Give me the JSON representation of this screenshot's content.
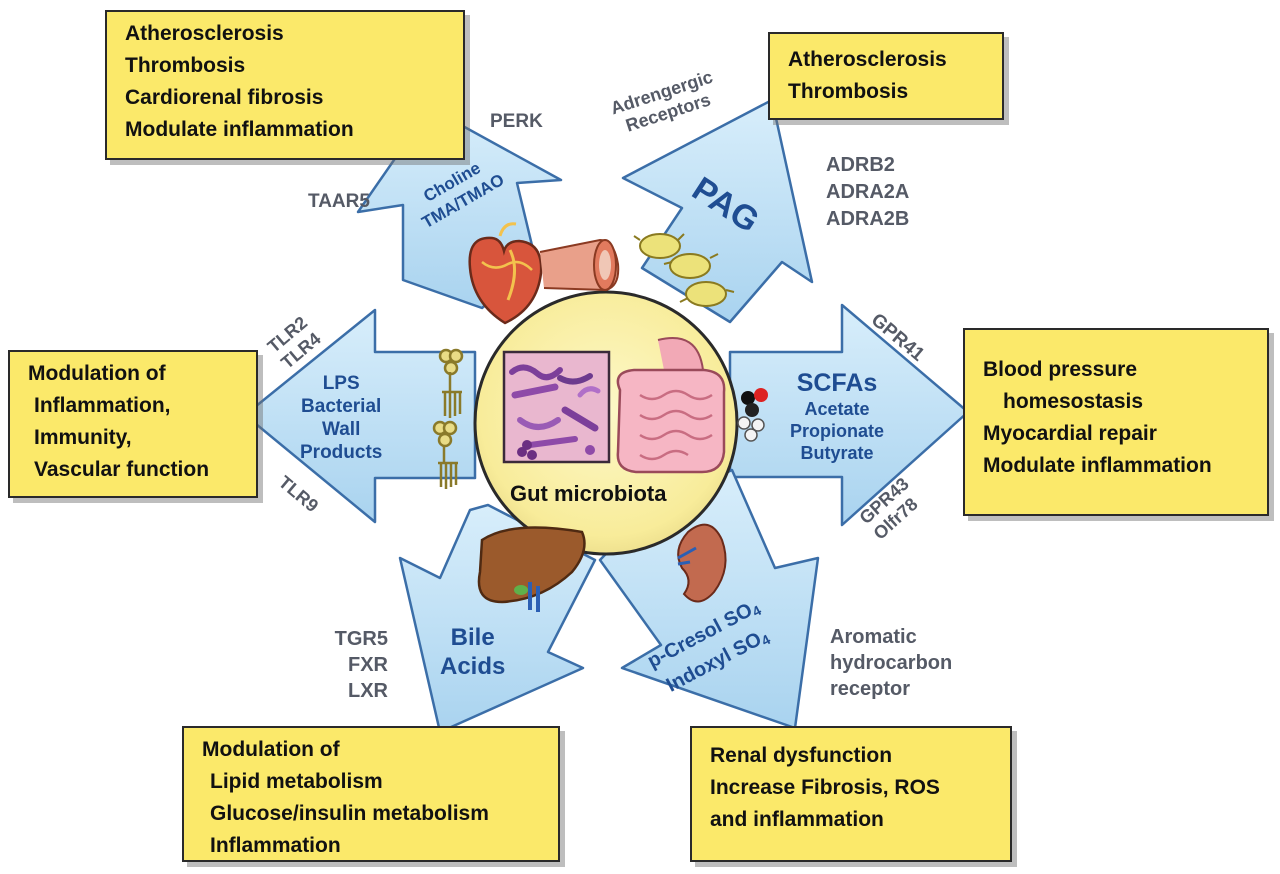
{
  "center": {
    "title": "Gut microbiota"
  },
  "pathways": {
    "tma": {
      "arrow_label": [
        "Choline",
        "TMA/TMAO"
      ],
      "receptors": [
        "PERK",
        "TAAR5"
      ],
      "outcome": [
        "Atherosclerosis",
        "Thrombosis",
        "Cardiorenal fibrosis",
        "Modulate inflammation"
      ]
    },
    "pag": {
      "arrow_label": [
        "PAG"
      ],
      "receptors_top": [
        "Adrengergic",
        "Receptors"
      ],
      "receptors": [
        "ADRB2",
        "ADRA2A",
        "ADRA2B"
      ],
      "outcome": [
        "Atherosclerosis",
        "Thrombosis"
      ]
    },
    "scfa": {
      "arrow_label": [
        "SCFAs",
        "Acetate",
        "Propionate",
        "Butyrate"
      ],
      "receptor_top": "GPR41",
      "receptors_bottom": [
        "GPR43",
        "Olfr78"
      ],
      "outcome": [
        "Blood pressure",
        "homesostasis",
        "Myocardial repair",
        "Modulate inflammation"
      ]
    },
    "lps": {
      "arrow_label": [
        "LPS",
        "Bacterial",
        "Wall",
        "Products"
      ],
      "receptors_top": [
        "TLR2",
        "TLR4"
      ],
      "receptor_bottom": "TLR9",
      "outcome": [
        "Modulation of",
        "Inflammation,",
        "Immunity,",
        "Vascular function"
      ]
    },
    "bile": {
      "arrow_label": [
        "Bile",
        "Acids"
      ],
      "receptors": [
        "TGR5",
        "FXR",
        "LXR"
      ],
      "outcome": [
        "Modulation of",
        "Lipid metabolism",
        "Glucose/insulin metabolism",
        "Inflammation"
      ]
    },
    "cresol": {
      "arrow_label_1": "p-Cresol SO",
      "arrow_label_2": "Indoxyl SO",
      "subscript": "4",
      "receptors": [
        "Aromatic",
        "hydrocarbon",
        "receptor"
      ],
      "outcome": [
        "Renal dysfunction",
        "Increase Fibrosis, ROS",
        "and inflammation"
      ]
    }
  },
  "colors": {
    "arrow_fill": "#bfe1f5",
    "arrow_stroke": "#3b6ea8",
    "box_fill": "#fbe96a",
    "center_fill": "#fbf3b0",
    "arrow_text": "#1f4d92",
    "receptor_text": "#555a66"
  },
  "icons": [
    "heart-icon",
    "blood-vessel-icon",
    "platelet-icon",
    "bacteria-icon",
    "intestine-icon",
    "molecule-icon",
    "liver-icon",
    "kidney-icon"
  ]
}
